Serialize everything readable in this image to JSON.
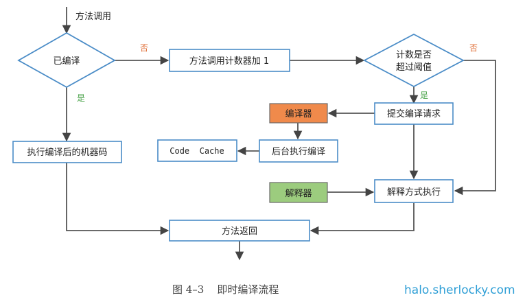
{
  "nodes": {
    "start_label": "方法调用",
    "compiled_decision": "已编译",
    "counter_box": "方法调用计数器加 1",
    "threshold_line1": "计数是否",
    "threshold_line2": "超过阈值",
    "submit_box": "提交编译请求",
    "compiler_box": "编译器",
    "background_compile_box": "后台执行编译",
    "code_cache_box": "Code  Cache",
    "execute_compiled_box": "执行编译后的机器码",
    "interpreter_box": "解释器",
    "interpret_execute_box": "解释方式执行",
    "return_box": "方法返回"
  },
  "edge_labels": {
    "compiled_no": "否",
    "compiled_yes": "是",
    "threshold_no": "否",
    "threshold_yes": "是"
  },
  "caption": "图 4–3    即时编译流程",
  "watermark": "halo.sherlocky.com",
  "colors": {
    "box_border": "#4a8cc7",
    "compiler_fill": "#f08a4b",
    "interpreter_fill": "#9ccc7e",
    "yes_label": "#4aa34a",
    "no_label": "#e0703a",
    "watermark": "#2f9fd6"
  }
}
